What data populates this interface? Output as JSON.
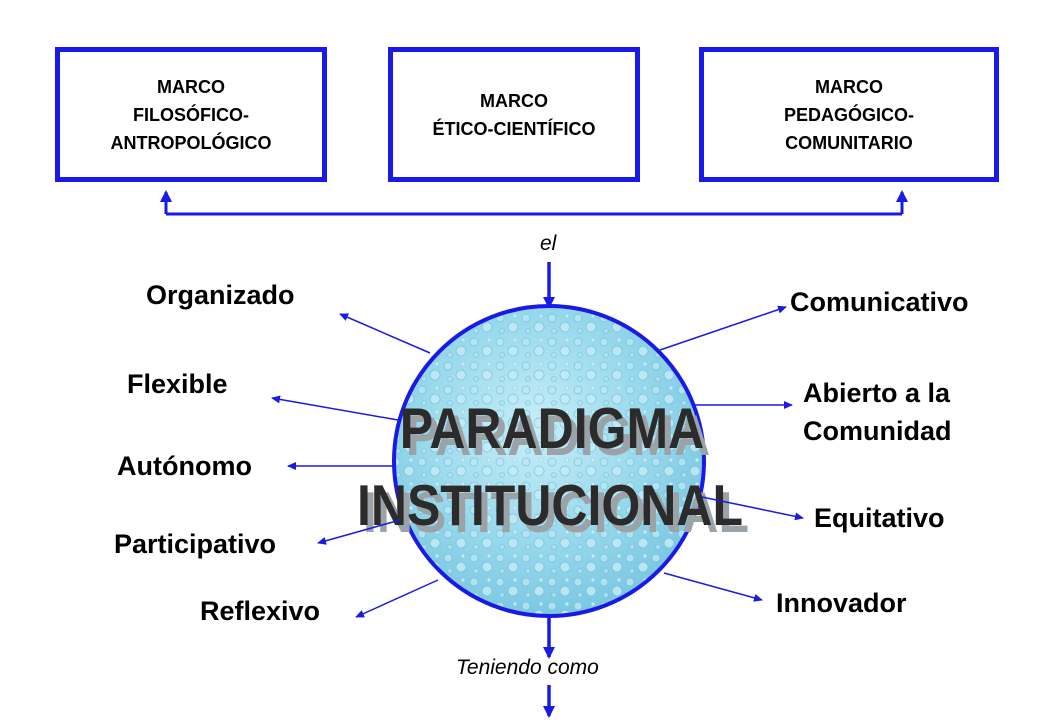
{
  "frameworks": [
    {
      "lines": [
        "MARCO",
        "FILOSÓFICO-",
        "ANTROPOLÓGICO"
      ]
    },
    {
      "lines": [
        "MARCO",
        "ÉTICO-CIENTÍFICO"
      ]
    },
    {
      "lines": [
        "MARCO",
        "PEDAGÓGICO-",
        "COMUNITARIO"
      ]
    }
  ],
  "connector_top": "el",
  "connector_bottom": "Teniendo como",
  "center": {
    "line1": "PARADIGMA",
    "line2": "INSTITUCIONAL"
  },
  "left_attributes": [
    "Organizado",
    "Flexible",
    "Autónomo",
    "Participativo",
    "Reflexivo"
  ],
  "right_attributes": [
    "Comunicativo",
    "Abierto a la",
    "Comunidad",
    "Equitativo",
    "Innovador"
  ],
  "colors": {
    "box_border": "#1a1ae6",
    "arrow": "#1a1ae6",
    "circle_fill": "#8fd3ea",
    "circle_border": "#1a1ae6",
    "title": "#2b2b2b"
  }
}
